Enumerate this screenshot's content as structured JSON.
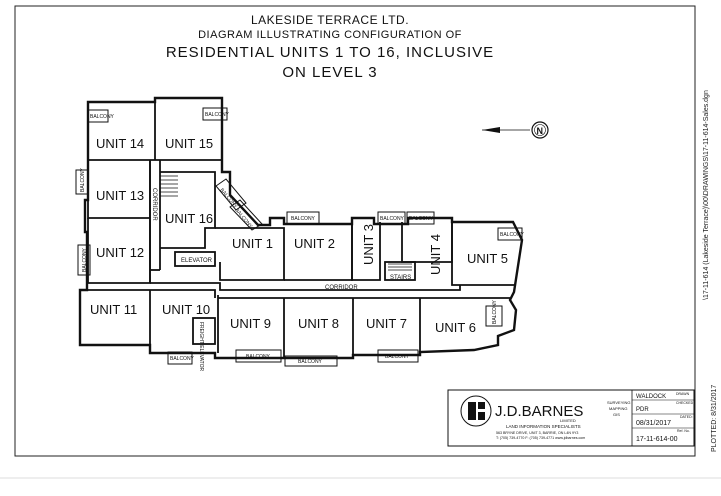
{
  "header": {
    "line1": "LAKESIDE TERRACE LTD.",
    "line2": "DIAGRAM ILLUSTRATING CONFIGURATION OF",
    "line3": "RESIDENTIAL UNITS 1 TO 16, INCLUSIVE",
    "line4": "ON LEVEL 3"
  },
  "units": {
    "u1": "UNIT 1",
    "u2": "UNIT 2",
    "u3": "UNIT 3",
    "u4": "UNIT 4",
    "u5": "UNIT 5",
    "u6": "UNIT 6",
    "u7": "UNIT 7",
    "u8": "UNIT 8",
    "u9": "UNIT 9",
    "u10": "UNIT 10",
    "u11": "UNIT 11",
    "u12": "UNIT 12",
    "u13": "UNIT 13",
    "u14": "UNIT 14",
    "u15": "UNIT 15",
    "u16": "UNIT 16"
  },
  "labels": {
    "balcony": "BALCONY",
    "corridor": "CORRIDOR",
    "elevator": "ELEVATOR",
    "stairs": "STAIRS",
    "freight_elevator": "FREIGHT ELEVATOR"
  },
  "north_arrow": {
    "letter": "N"
  },
  "side_text": {
    "file_path": "\\17-11-614 (Lakeside Terrace)\\00\\DRAWINGS\\17-11-614-Sales.dgn",
    "plotted": "PLOTTED: 8/31/2017"
  },
  "title_block": {
    "company": "J.D.BARNES",
    "limited": "LIMITED",
    "services": [
      "SURVEYING",
      "MAPPING",
      "GIS"
    ],
    "tagline": "LAND INFORMATION SPECIALISTS",
    "address": "563 BRYNE DRIVE, UNIT 3, BARRIE, ON L4N 9Y3",
    "contact": "T: (705) 739-4770   F: (705) 739-4771   www.jdbarnes.com",
    "drawn_label": "DRAWN",
    "drawn_value": "WALDOCK",
    "checked_label": "CHECKED",
    "checked_value": "PDR",
    "dated_label": "DATED:",
    "dated_value": "08/31/2017",
    "ref_label": "Ref. No.",
    "ref_value": "17-11-614-00"
  }
}
